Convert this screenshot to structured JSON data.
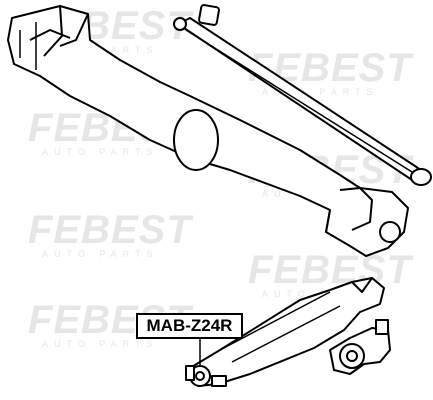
{
  "watermark": {
    "brand": "FEBEST",
    "tagline": "AUTO PARTS"
  },
  "part_label": "MAB-Z24R",
  "colors": {
    "line": "#000000",
    "watermark": "#e6e6e6",
    "background": "#ffffff"
  }
}
